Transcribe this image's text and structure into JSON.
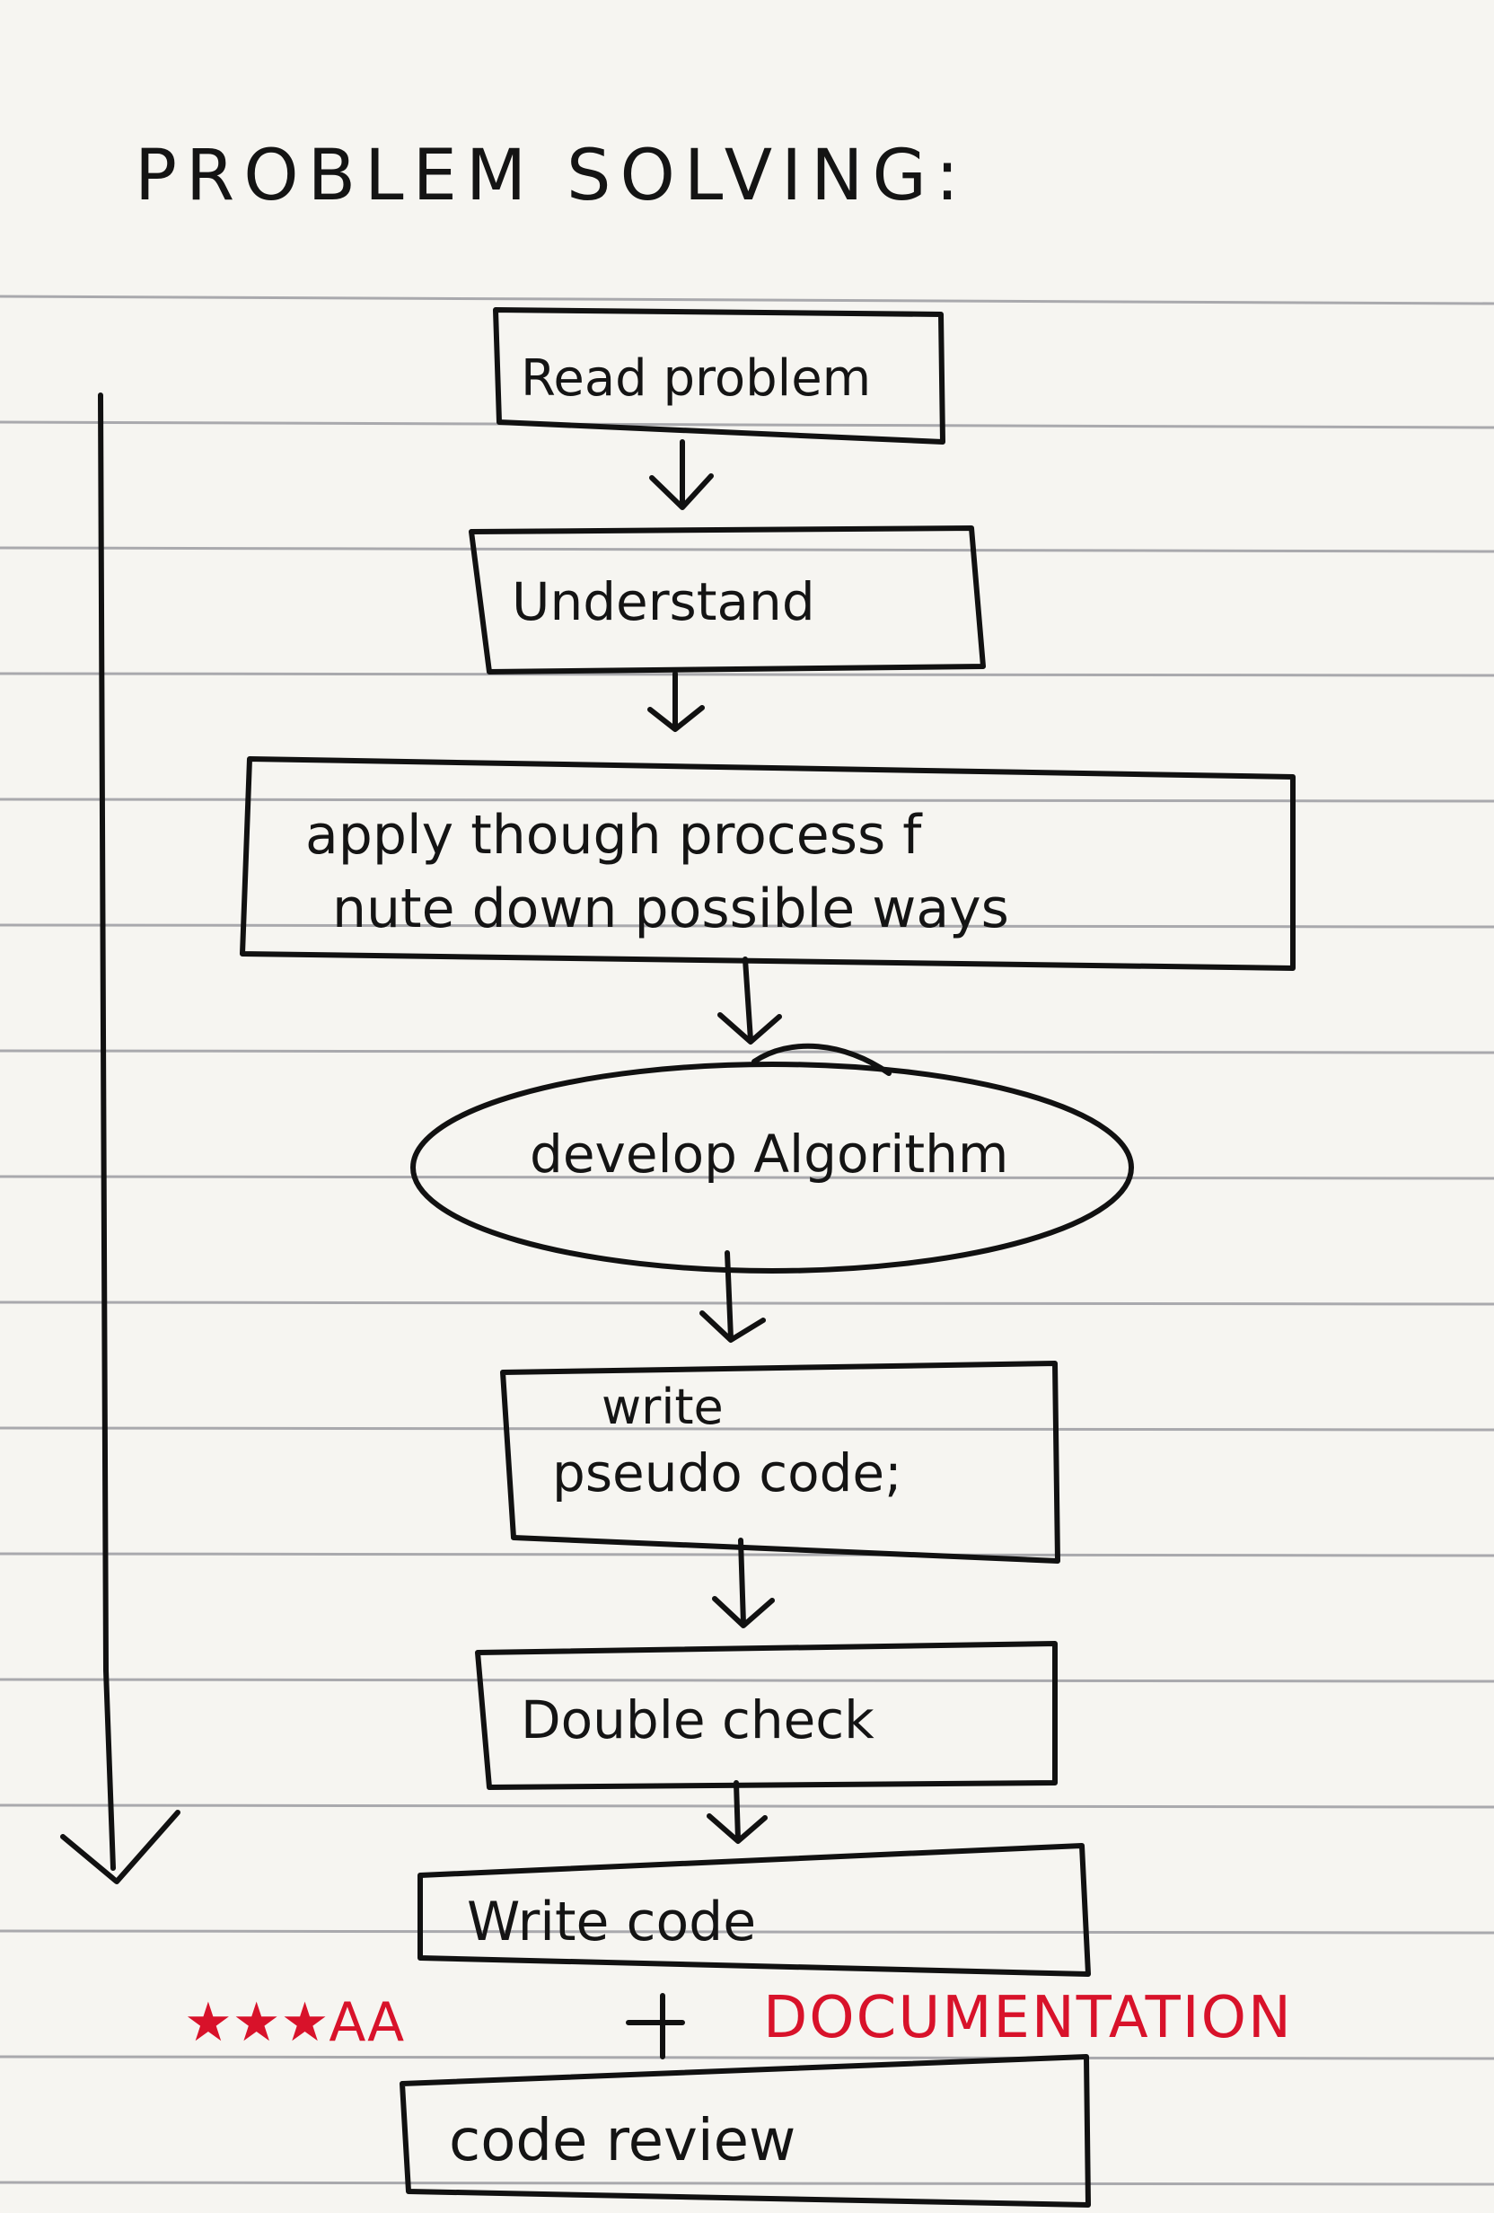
{
  "title": "PROBLEM SOLVING:",
  "steps": {
    "read": "Read problem",
    "understand": "Understand",
    "apply_line1": "apply though process f",
    "apply_line2": "nute down possible ways",
    "develop": "develop Algorithm",
    "pseudo_line1": "write",
    "pseudo_line2": "pseudo code;",
    "double_check": "Double check",
    "write_code": "Write code",
    "code_review": "code review"
  },
  "annotation": {
    "stars": "★★★AA",
    "documentation": "DOCUMENTATION"
  },
  "colors": {
    "ink": "#111111",
    "paper": "#f6f5f1",
    "rule_lines": "#a9a9ad",
    "annotation_red": "#d8122a"
  }
}
